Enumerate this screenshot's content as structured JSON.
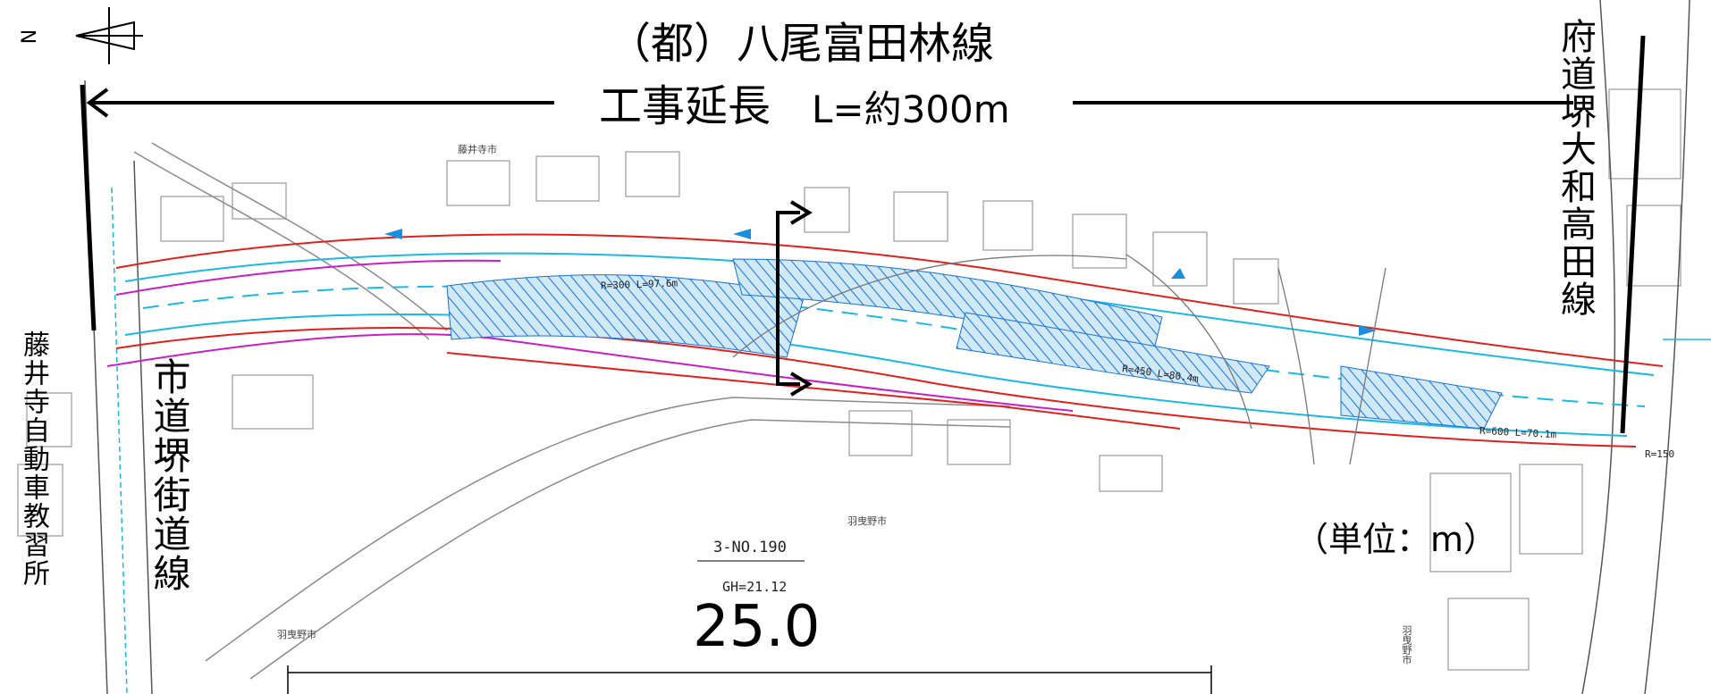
{
  "title": {
    "route": "（都）八尾富田林線",
    "length": "工事延長",
    "length_value": "L=約300m"
  },
  "roads": {
    "left_city_road": "市道堺街道線",
    "right_pref_road": "府道堺大和高田線"
  },
  "facilities": {
    "driving_school": "藤井寺自動車教習所"
  },
  "unit": "（単位：m）",
  "section": {
    "station": "3-NO.190",
    "gh": "GH=21.12",
    "width": "25.0"
  },
  "cad_labels": {
    "curve1": "R=300  L=97.6m",
    "curve2": "R=450  L=80.4m",
    "curve3": "R=600  L=70.1m",
    "curve4": "R=150"
  },
  "place_names": {
    "fujiidera": "藤井寺市",
    "habikino1": "羽曳野市",
    "habikino2": "羽曳野市",
    "habikino3": "羽曳野市"
  },
  "colors": {
    "boundary": "#e0201c",
    "lane": "#19b8e6",
    "hatch": "#1a6fe0",
    "centerline": "#c81ec8",
    "cadGray": "#9a9a9a"
  },
  "north_symbol": "N"
}
